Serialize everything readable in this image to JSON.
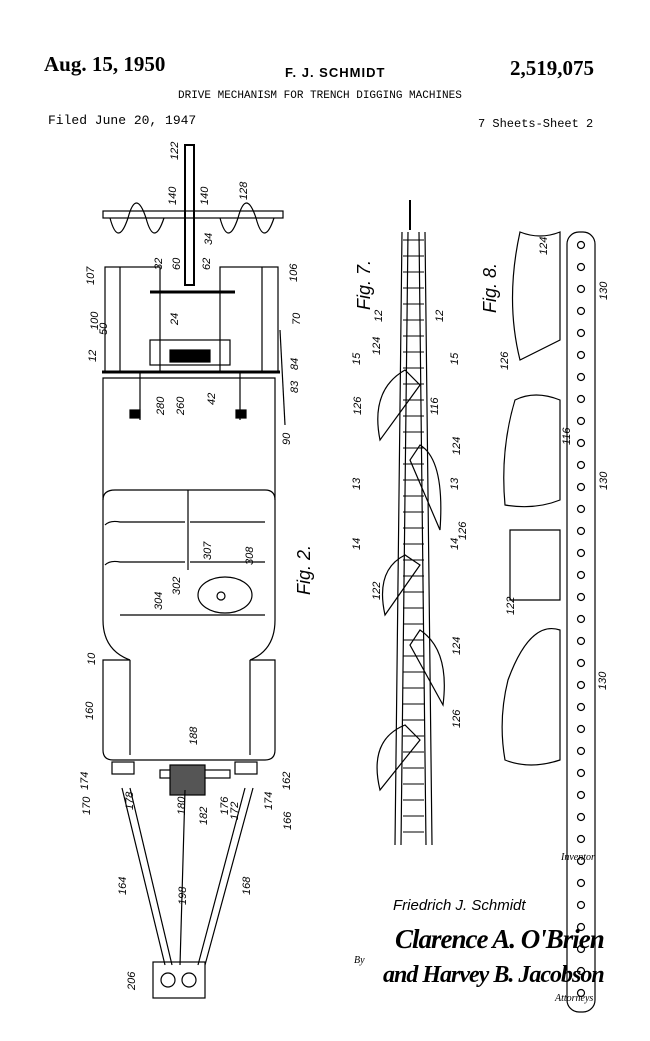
{
  "header": {
    "date": "Aug. 15, 1950",
    "inventor_name": "F. J. SCHMIDT",
    "patent_number": "2,519,075",
    "title": "DRIVE MECHANISM FOR TRENCH DIGGING MACHINES",
    "filed": "Filed June 20, 1947",
    "sheets": "7 Sheets-Sheet 2"
  },
  "figures": {
    "fig2": {
      "caption": "Fig. 2.",
      "labels": [
        "122",
        "140",
        "140",
        "128",
        "107",
        "100",
        "50",
        "32",
        "60",
        "62",
        "34",
        "24",
        "106",
        "70",
        "84",
        "83",
        "12",
        "280",
        "260",
        "42",
        "90",
        "304",
        "302",
        "307",
        "308",
        "10",
        "160",
        "188",
        "162",
        "174",
        "174",
        "170",
        "178",
        "180",
        "182",
        "176",
        "172",
        "166",
        "164",
        "198",
        "168",
        "206"
      ]
    },
    "fig7": {
      "caption": "Fig. 7.",
      "labels": [
        "12",
        "12",
        "124",
        "15",
        "15",
        "126",
        "116",
        "124",
        "13",
        "13",
        "126",
        "14",
        "14",
        "122",
        "124",
        "126"
      ]
    },
    "fig8": {
      "caption": "Fig. 8.",
      "labels": [
        "124",
        "130",
        "126",
        "116",
        "130",
        "122",
        "130"
      ]
    }
  },
  "signature_block": {
    "inventor_label": "Inventor",
    "inventor": "Friedrich J. Schmidt",
    "by": "By",
    "attorney_signature_1": "Clarence A. O'Brien",
    "attorney_signature_2": "and Harvey B. Jacobson",
    "attorneys_label": "Attorneys"
  }
}
